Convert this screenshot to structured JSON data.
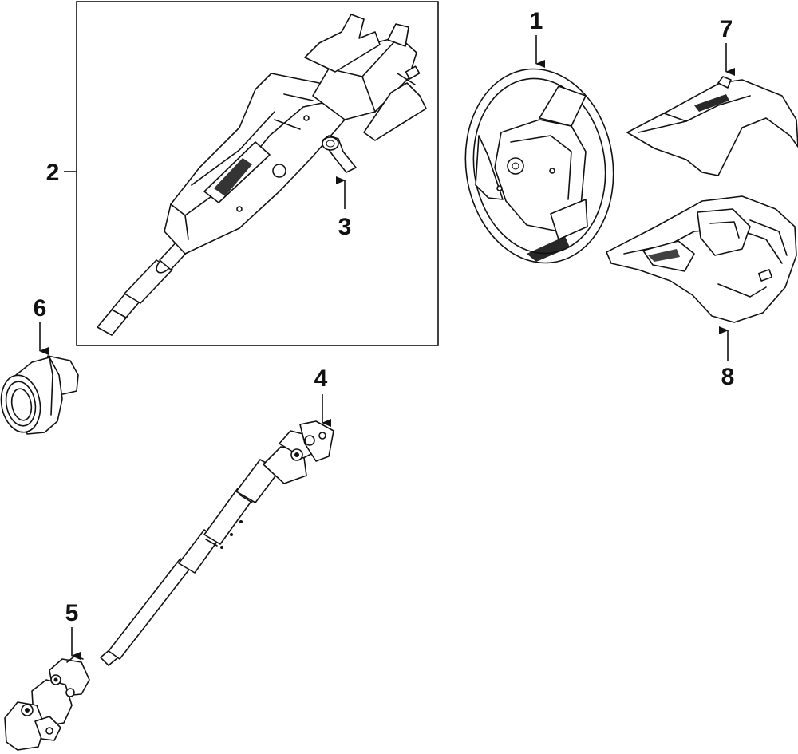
{
  "callouts": {
    "c1": "1",
    "c2": "2",
    "c3": "3",
    "c4": "4",
    "c5": "5",
    "c6": "6",
    "c7": "7",
    "c8": "8"
  },
  "parts": [
    {
      "id": "1",
      "icon": "steering-wheel-icon"
    },
    {
      "id": "2",
      "icon": "steering-column-assembly-icon"
    },
    {
      "id": "3",
      "icon": "lock-lever-icon"
    },
    {
      "id": "4",
      "icon": "intermediate-shaft-icon"
    },
    {
      "id": "5",
      "icon": "universal-joint-icon"
    },
    {
      "id": "6",
      "icon": "column-bushing-icon"
    },
    {
      "id": "7",
      "icon": "upper-column-cover-icon"
    },
    {
      "id": "8",
      "icon": "lower-column-cover-icon"
    }
  ]
}
